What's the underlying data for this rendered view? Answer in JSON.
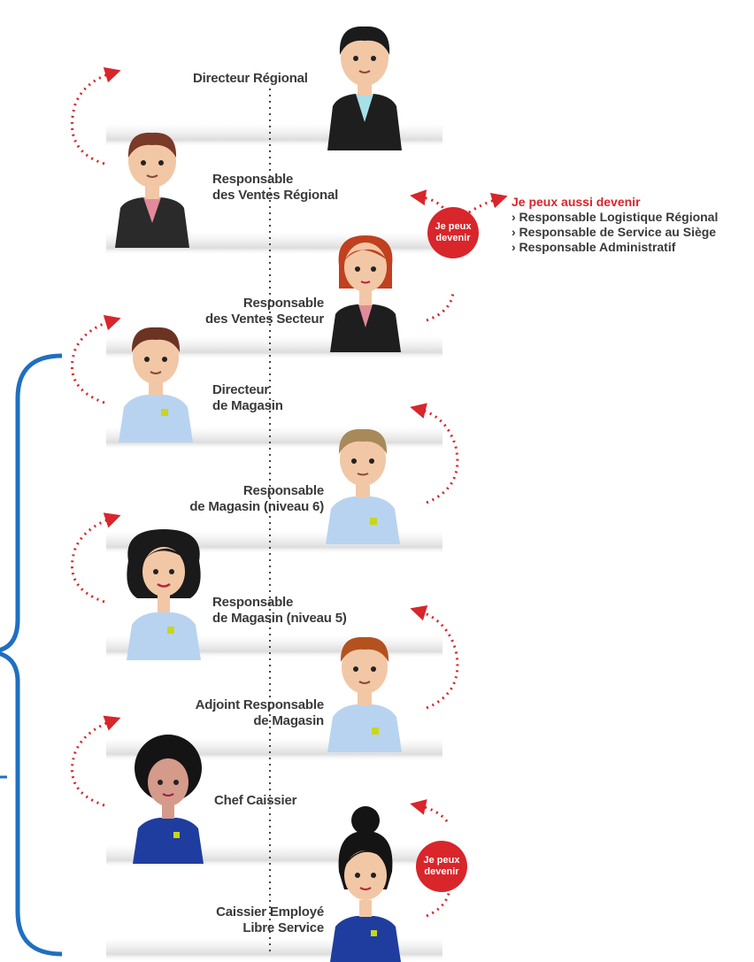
{
  "levels": [
    {
      "lines": [
        "Directeur Régional"
      ]
    },
    {
      "lines": [
        "Responsable",
        "des Ventes Régional"
      ]
    },
    {
      "lines": [
        "Responsable",
        "des Ventes Secteur"
      ]
    },
    {
      "lines": [
        "Directeur",
        "de Magasin"
      ]
    },
    {
      "lines": [
        "Responsable",
        "de Magasin (niveau 6)"
      ]
    },
    {
      "lines": [
        "Responsable",
        "de Magasin (niveau 5)"
      ]
    },
    {
      "lines": [
        "Adjoint Responsable",
        "de Magasin"
      ]
    },
    {
      "lines": [
        "Chef Caissier"
      ]
    },
    {
      "lines": [
        "Caissier Employé",
        "Libre Service"
      ]
    }
  ],
  "badge_top": {
    "line1": "Je peux",
    "line2": "devenir"
  },
  "badge_bottom": {
    "line1": "Je peux",
    "line2": "devenir"
  },
  "side_panel": {
    "title": "Je peux aussi devenir",
    "items": [
      "› Responsable Logistique Régional",
      "› Responsable de Service au Siège",
      "› Responsable Administratif"
    ]
  },
  "colors": {
    "accent_red": "#d8262b",
    "bracket_blue": "#1f6fc1",
    "text_dark": "#3a3a3a",
    "suit_black": "#1e1e1e",
    "shirt_blue": "#b8d3f0",
    "polo_navy": "#1f3d9e",
    "skin": "#f2c7a5"
  },
  "icons": [
    "person-avatar-icon",
    "dotted-curved-arrow-icon"
  ]
}
